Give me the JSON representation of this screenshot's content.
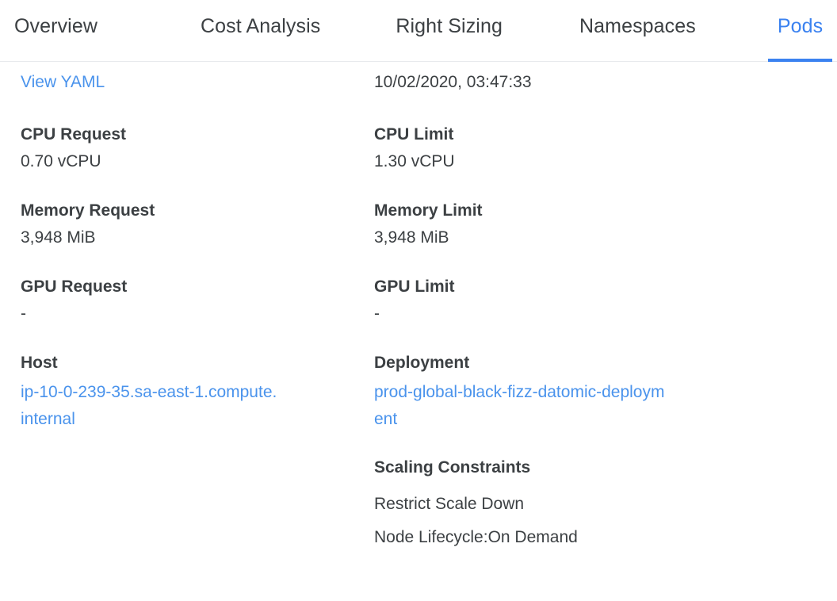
{
  "tabs": [
    {
      "label": "Overview",
      "active": false
    },
    {
      "label": "Cost Analysis",
      "active": false
    },
    {
      "label": "Right Sizing",
      "active": false
    },
    {
      "label": "Namespaces",
      "active": false
    },
    {
      "label": "Pods",
      "active": true
    }
  ],
  "colors": {
    "accent": "#3b82f0",
    "link": "#4a93ec",
    "text": "#3c4043",
    "divider": "#e8eaed",
    "background": "#ffffff"
  },
  "left_column": {
    "view_yaml_link": "View YAML",
    "cpu_request": {
      "label": "CPU Request",
      "value": "0.70 vCPU"
    },
    "memory_request": {
      "label": "Memory Request",
      "value": "3,948 MiB"
    },
    "gpu_request": {
      "label": "GPU Request",
      "value": "-"
    },
    "host": {
      "label": "Host",
      "value": "ip-10-0-239-35.sa-east-1.compute.internal"
    }
  },
  "right_column": {
    "timestamp": "10/02/2020, 03:47:33",
    "cpu_limit": {
      "label": "CPU Limit",
      "value": "1.30 vCPU"
    },
    "memory_limit": {
      "label": "Memory Limit",
      "value": "3,948 MiB"
    },
    "gpu_limit": {
      "label": "GPU Limit",
      "value": "-"
    },
    "deployment": {
      "label": "Deployment",
      "value": "prod-global-black-fizz-datomic-deployment"
    },
    "scaling_constraints": {
      "label": "Scaling Constraints",
      "items": [
        "Restrict Scale Down",
        "Node Lifecycle:On Demand"
      ]
    }
  }
}
